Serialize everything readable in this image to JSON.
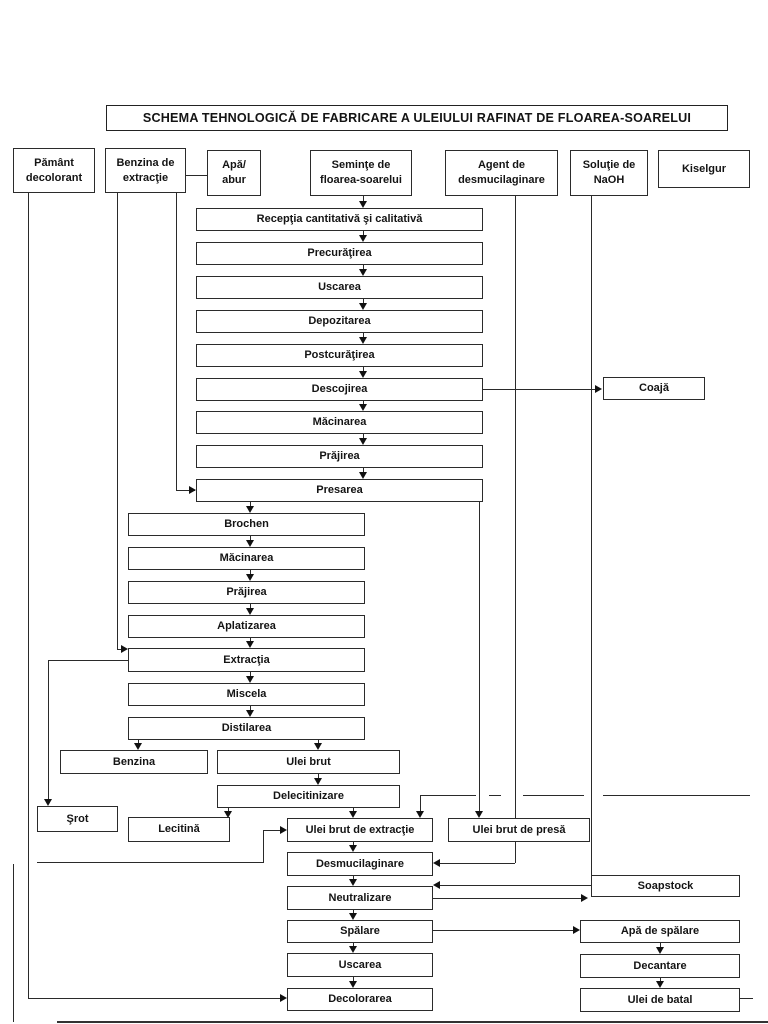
{
  "title": "SCHEMA TEHNOLOGICĂ DE FABRICARE A ULEIULUI RAFINAT DE FLOAREA-SOARELUI",
  "nodes": {
    "pamant_decolorant": {
      "label": "Pământ decolorant"
    },
    "benzina_de_extractie": {
      "label": "Benzina de extracţie"
    },
    "apa_abur": {
      "label": "Apă/ abur"
    },
    "seminte": {
      "label": "Seminţe de floarea-soarelui"
    },
    "agent_desmucilaginare": {
      "label": "Agent de desmucilaginare"
    },
    "solutie_naoh": {
      "label": "Soluţie de NaOH"
    },
    "kiselgur": {
      "label": "Kiselgur"
    },
    "receptia": {
      "label": "Recepţia cantitativă şi calitativă"
    },
    "precuratirea": {
      "label": "Precurăţirea"
    },
    "uscarea1": {
      "label": "Uscarea"
    },
    "depozitarea": {
      "label": "Depozitarea"
    },
    "postcuratirea": {
      "label": "Postcurăţirea"
    },
    "descojirea": {
      "label": "Descojirea"
    },
    "coaja": {
      "label": "Coajă"
    },
    "macinarea1": {
      "label": "Măcinarea"
    },
    "prajirea1": {
      "label": "Prăjirea"
    },
    "presarea": {
      "label": "Presarea"
    },
    "brochen": {
      "label": "Brochen"
    },
    "macinarea2": {
      "label": "Măcinarea"
    },
    "prajirea2": {
      "label": "Prăjirea"
    },
    "aplatizarea": {
      "label": "Aplatizarea"
    },
    "extractia": {
      "label": "Extracţia"
    },
    "miscela": {
      "label": "Miscela"
    },
    "distilarea": {
      "label": "Distilarea"
    },
    "benzina": {
      "label": "Benzina"
    },
    "ulei_brut": {
      "label": "Ulei brut"
    },
    "delecitinizare": {
      "label": "Delecitinizare"
    },
    "srot": {
      "label": "Şrot"
    },
    "lecitina": {
      "label": "Lecitină"
    },
    "ulei_brut_extractie": {
      "label": "Ulei brut de extracţie"
    },
    "ulei_brut_presa": {
      "label": "Ulei brut de presă"
    },
    "desmucilaginare": {
      "label": "Desmucilaginare"
    },
    "neutralizare": {
      "label": "Neutralizare"
    },
    "soapstock": {
      "label": "Soapstock"
    },
    "spalare": {
      "label": "Spălare"
    },
    "apa_de_spalare": {
      "label": "Apă de spălare"
    },
    "uscarea2": {
      "label": "Uscarea"
    },
    "decantare": {
      "label": "Decantare"
    },
    "decolorarea": {
      "label": "Decolorarea"
    },
    "ulei_de_batal": {
      "label": "Ulei de batal"
    }
  }
}
